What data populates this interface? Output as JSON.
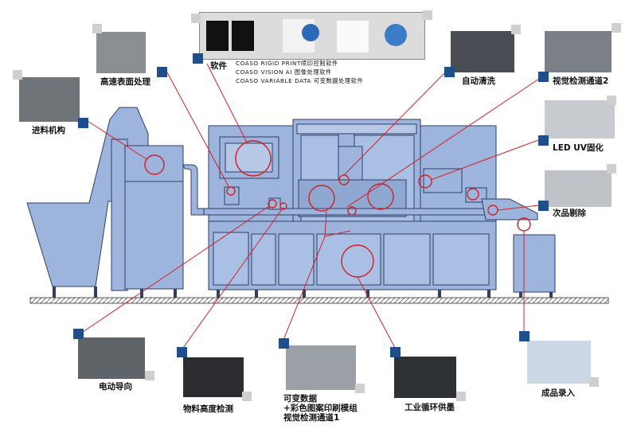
{
  "software": {
    "title": "软件",
    "lines": [
      "COASO RIGID PRINT喷印控制软件",
      "COASO VISION AI 图像处理软件",
      "COASO VARIABLE DATA 可变数据处理软件"
    ]
  },
  "callouts": {
    "surface": "高速表面处理",
    "feeding": "进料机构",
    "auto_clean": "自动清洗",
    "vision2": "视觉检测通道2",
    "led_uv": "LED UV固化",
    "reject": "次品剔除",
    "guide": "电动导向",
    "height": "物料高度检测",
    "variable_1": "可变数据",
    "variable_2": "+彩色图案印刷模组",
    "variable_3": "视觉检测通道1",
    "ink": "工业循环供墨",
    "output": "成品录入"
  },
  "colors": {
    "machine_fill": "#9db5dc",
    "machine_stroke": "#2e3f66",
    "callout_line": "#d32027",
    "swatch": "#1e4f8c"
  }
}
